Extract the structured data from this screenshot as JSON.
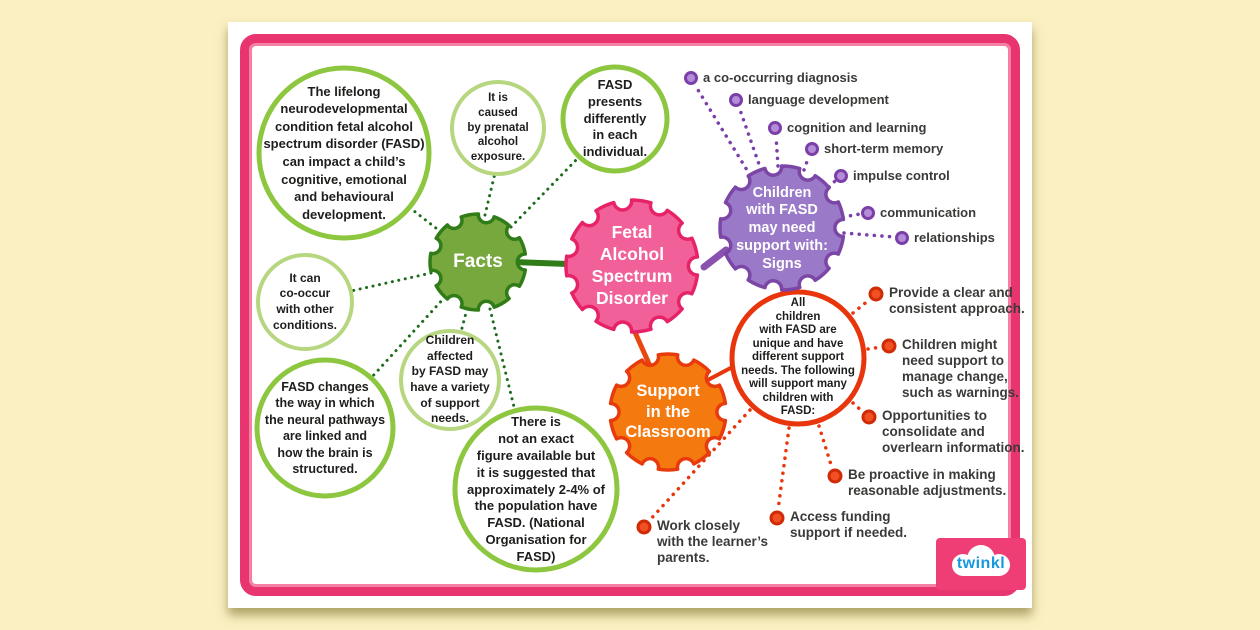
{
  "colors": {
    "background": "#faf0c2",
    "frame_pink": "#e9356f",
    "facts_green": "#77a83e",
    "facts_border": "#2f7c18",
    "center_pink": "#f2609a",
    "center_border": "#e62367",
    "signs_purple": "#9a79c8",
    "signs_border": "#7b46a5",
    "support_orange": "#f4790f",
    "support_border": "#e83a0d",
    "fact_circle_green": "#8dc63f",
    "fact_circle_light": "#b6d780",
    "alert_red": "#e8350c",
    "logo_blue": "#1798dd"
  },
  "hubs": {
    "center": {
      "label": "Fetal\nAlcohol\nSpectrum\nDisorder"
    },
    "facts": {
      "label": "Facts"
    },
    "signs": {
      "label": "Children\nwith FASD\nmay need\nsupport with:\nSigns"
    },
    "support": {
      "label": "Support\nin the\nClassroom"
    }
  },
  "facts": {
    "items": [
      {
        "text": "The lifelong\nneurodevelopmental\ncondition fetal alcohol\nspectrum disorder (FASD)\ncan impact a child’s\ncognitive, emotional\nand behavioural\ndevelopment."
      },
      {
        "text": "It is\ncaused\nby prenatal\nalcohol\nexposure."
      },
      {
        "text": "FASD\npresents\ndifferently\nin each\nindividual."
      },
      {
        "text": "It can\nco-occur\nwith other\nconditions."
      },
      {
        "text": "FASD changes\nthe way in which\nthe neural pathways\nare linked and\nhow the brain is\nstructured."
      },
      {
        "text": "Children\naffected\nby FASD may\nhave a variety\nof support\nneeds."
      },
      {
        "text": "There is\nnot an exact\nfigure available but\nit is suggested that\napproximately 2-4% of\nthe population have\nFASD. (National\nOrganisation for\nFASD)"
      }
    ]
  },
  "signs": {
    "items": [
      {
        "text": "a co-occurring diagnosis"
      },
      {
        "text": "language development"
      },
      {
        "text": "cognition and learning"
      },
      {
        "text": "short-term memory"
      },
      {
        "text": "impulse control"
      },
      {
        "text": "communication"
      },
      {
        "text": "relationships"
      }
    ]
  },
  "support": {
    "intro": "All\nchildren\nwith FASD are\nunique and have\ndifferent support\nneeds. The following\nwill support many\nchildren with\nFASD:",
    "items": [
      {
        "text": "Provide a clear and\nconsistent approach."
      },
      {
        "text": "Children might\nneed support to\nmanage change,\nsuch as warnings."
      },
      {
        "text": "Opportunities to\nconsolidate and\noverlearn information."
      },
      {
        "text": "Be proactive in making\nreasonable adjustments."
      },
      {
        "text": "Access funding\nsupport if needed."
      },
      {
        "text": "Work closely\nwith the learner’s\nparents."
      }
    ]
  },
  "logo": {
    "label": "twinkl"
  }
}
